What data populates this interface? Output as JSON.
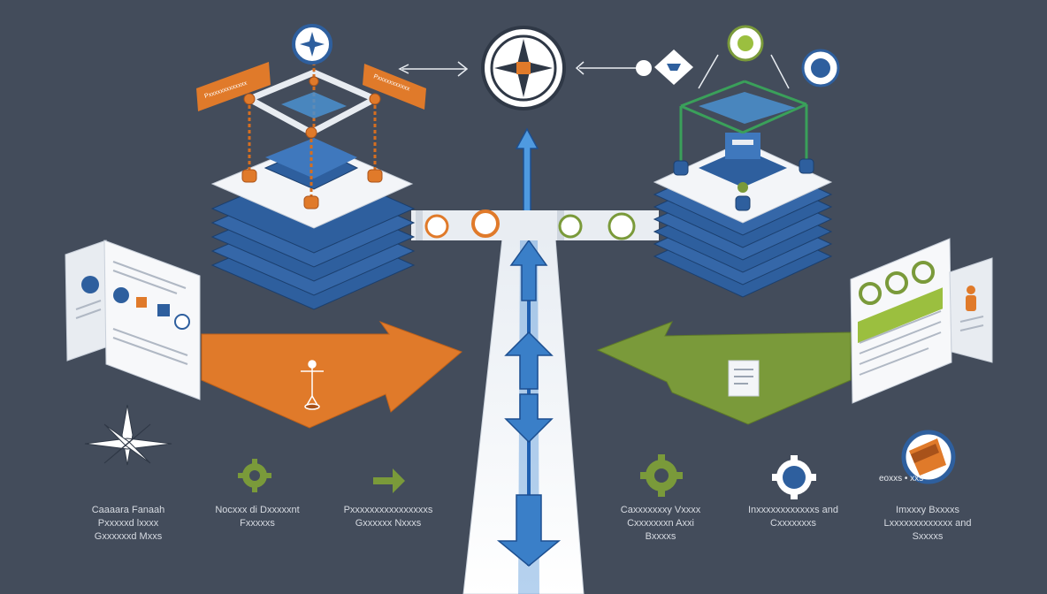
{
  "colors": {
    "background": "#434c5b",
    "orange": "#e07a2a",
    "green": "#7a9a3a",
    "blue": "#2e5f9e",
    "light_blue": "#4a90d0",
    "white": "#f3f5f8"
  },
  "banners": {
    "left": "Pxxxxxxxxxxxxx",
    "right": "Pxxxxxxxxxxx"
  },
  "badge": {
    "text": "eoxxs • xxs"
  },
  "captions": [
    {
      "lines": [
        "Caaaara Fanaah",
        "Pxxxxxd lxxxx",
        "Gxxxxxxd Mxxs"
      ]
    },
    {
      "lines": [
        "Nocxxx di Dxxxxxnt",
        "Fxxxxxs"
      ]
    },
    {
      "lines": [
        "Pxxxxxxxxxxxxxxxxs",
        "Gxxxxxx Nxxxs"
      ]
    },
    {
      "lines": [
        "Caxxxxxxxy Vxxxx",
        "Cxxxxxxxn Axxi",
        "Bxxxxs"
      ]
    },
    {
      "lines": [
        "Inxxxxxxxxxxxxs and",
        "Cxxxxxxxs"
      ]
    },
    {
      "lines": [
        "Imxxxy Bxxxxs",
        "Lxxxxxxxxxxxxx and",
        "Sxxxxs"
      ]
    }
  ],
  "icons": {
    "compass": "compass-icon",
    "gear": "gear-icon",
    "arrow": "arrow-right-icon",
    "globe": "globe-icon",
    "star": "star-compass-icon",
    "document": "document-icon",
    "figure": "figure-icon"
  }
}
